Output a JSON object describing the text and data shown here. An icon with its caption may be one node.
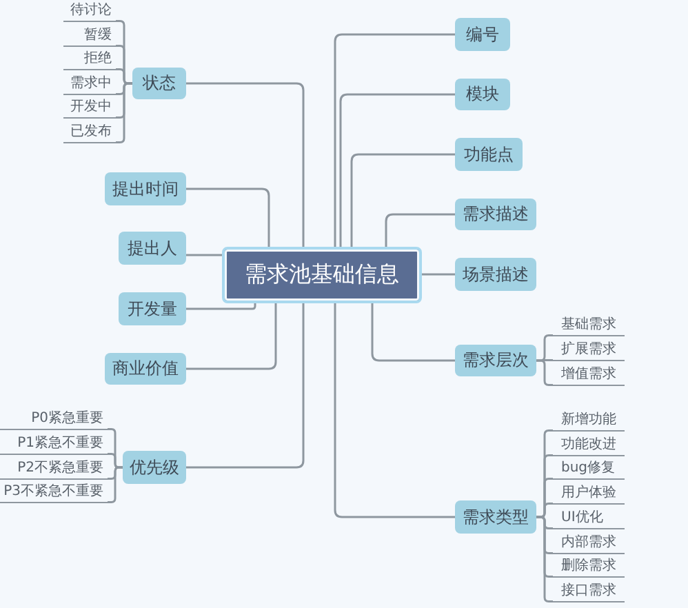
{
  "diagram": {
    "nodes": [
      {
        "text": [
          "需求池基础信息"
        ]
      },
      {
        "text": [
          "状态"
        ]
      },
      {
        "text": [
          "待讨论"
        ]
      },
      {
        "text": [
          "暂缓"
        ]
      },
      {
        "text": [
          "拒绝"
        ]
      },
      {
        "text": [
          "需求中"
        ]
      },
      {
        "text": [
          "开发中"
        ]
      },
      {
        "text": [
          "已发布"
        ]
      },
      {
        "text": [
          "提出时间"
        ]
      },
      {
        "text": [
          "提出人"
        ]
      },
      {
        "text": [
          "开发量"
        ]
      },
      {
        "text": [
          "商业价值"
        ]
      },
      {
        "text": [
          "优先级"
        ]
      },
      {
        "text": [
          "P0紧急重要"
        ]
      },
      {
        "text": [
          "P1紧急不重要"
        ]
      },
      {
        "text": [
          "P2不紧急重要"
        ]
      },
      {
        "text": [
          "P3不紧急不重要"
        ]
      },
      {
        "text": [
          "编号"
        ]
      },
      {
        "text": [
          "模块"
        ]
      },
      {
        "text": [
          "功能点"
        ]
      },
      {
        "text": [
          "需求描述"
        ]
      },
      {
        "text": [
          "场景描述"
        ]
      },
      {
        "text": [
          "需求层次"
        ]
      },
      {
        "text": [
          "基础需求"
        ]
      },
      {
        "text": [
          "扩展需求"
        ]
      },
      {
        "text": [
          "增值需求"
        ]
      },
      {
        "text": [
          "需求类型"
        ]
      },
      {
        "text": [
          "新增功能"
        ]
      },
      {
        "text": [
          "功能改进"
        ]
      },
      {
        "text": [
          "bug修复"
        ]
      },
      {
        "text": [
          "用户体验"
        ]
      },
      {
        "text": [
          "UI优化"
        ]
      },
      {
        "text": [
          "内部需求"
        ]
      },
      {
        "text": [
          "删除需求"
        ]
      },
      {
        "text": [
          "接口需求"
        ]
      }
    ],
    "edges": [
      {
        "from": 0,
        "to": 1,
        "arrow": "none"
      },
      {
        "from": 1,
        "to": 2,
        "arrow": "none"
      },
      {
        "from": 1,
        "to": 3,
        "arrow": "none"
      },
      {
        "from": 1,
        "to": 4,
        "arrow": "none"
      },
      {
        "from": 1,
        "to": 5,
        "arrow": "none"
      },
      {
        "from": 1,
        "to": 6,
        "arrow": "none"
      },
      {
        "from": 1,
        "to": 7,
        "arrow": "none"
      },
      {
        "from": 0,
        "to": 8,
        "arrow": "none"
      },
      {
        "from": 0,
        "to": 9,
        "arrow": "none"
      },
      {
        "from": 0,
        "to": 10,
        "arrow": "none"
      },
      {
        "from": 0,
        "to": 11,
        "arrow": "none"
      },
      {
        "from": 0,
        "to": 12,
        "arrow": "none"
      },
      {
        "from": 12,
        "to": 13,
        "arrow": "none"
      },
      {
        "from": 12,
        "to": 14,
        "arrow": "none"
      },
      {
        "from": 12,
        "to": 15,
        "arrow": "none"
      },
      {
        "from": 12,
        "to": 16,
        "arrow": "none"
      },
      {
        "from": 0,
        "to": 17,
        "arrow": "none"
      },
      {
        "from": 0,
        "to": 18,
        "arrow": "none"
      },
      {
        "from": 0,
        "to": 19,
        "arrow": "none"
      },
      {
        "from": 0,
        "to": 20,
        "arrow": "none"
      },
      {
        "from": 0,
        "to": 21,
        "arrow": "none"
      },
      {
        "from": 0,
        "to": 22,
        "arrow": "none"
      },
      {
        "from": 22,
        "to": 23,
        "arrow": "none"
      },
      {
        "from": 22,
        "to": 24,
        "arrow": "none"
      },
      {
        "from": 22,
        "to": 25,
        "arrow": "none"
      },
      {
        "from": 0,
        "to": 26,
        "arrow": "none"
      },
      {
        "from": 26,
        "to": 27,
        "arrow": "none"
      },
      {
        "from": 26,
        "to": 28,
        "arrow": "none"
      },
      {
        "from": 26,
        "to": 29,
        "arrow": "none"
      },
      {
        "from": 26,
        "to": 30,
        "arrow": "none"
      },
      {
        "from": 26,
        "to": 31,
        "arrow": "none"
      },
      {
        "from": 26,
        "to": 32,
        "arrow": "none"
      },
      {
        "from": 26,
        "to": 33,
        "arrow": "none"
      },
      {
        "from": 26,
        "to": 34,
        "arrow": "none"
      }
    ]
  }
}
